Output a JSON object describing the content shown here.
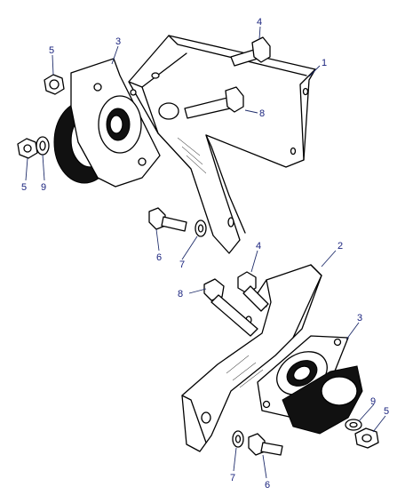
{
  "callouts": {
    "top_bracket": "1",
    "bottom_bracket": "2",
    "mount_top": "3",
    "mount_bottom": "3",
    "bolt_top": "4",
    "bolt_bottom": "4",
    "nut_top": "5",
    "nut_left_lower": "5",
    "nut_bottom_right": "5",
    "bolt_long_top": "8",
    "bolt_long_bottom": "8",
    "washer_left": "9",
    "washer_bottom": "9",
    "bolt_short_mid": "6",
    "bolt_short_bottom": "6",
    "washer_mid": "7",
    "washer_lower": "7"
  }
}
